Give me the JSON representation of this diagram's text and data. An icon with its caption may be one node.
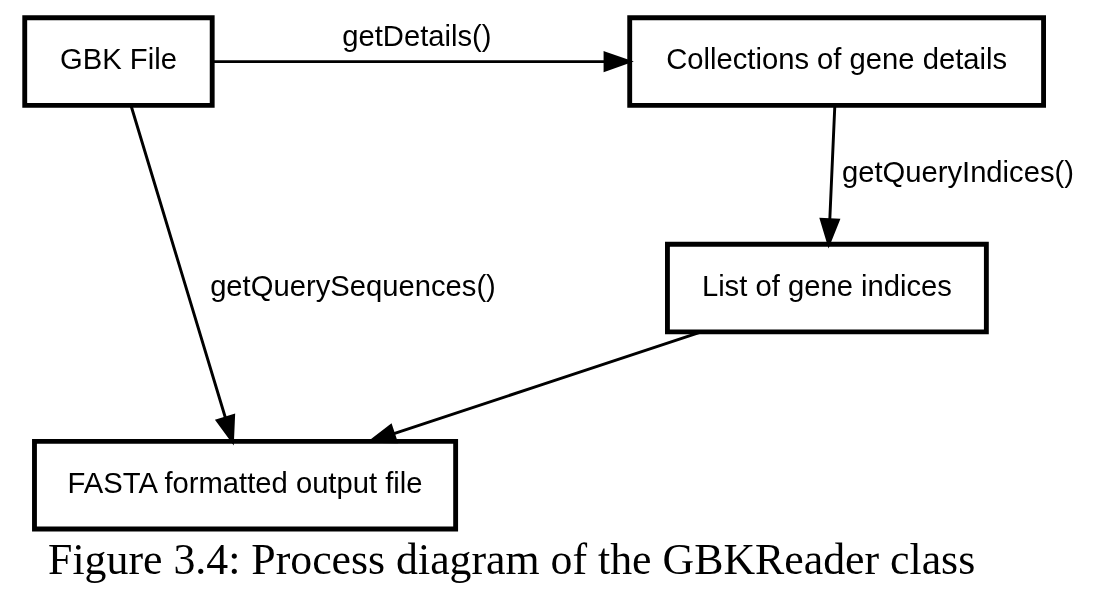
{
  "diagram": {
    "caption": "Figure 3.4: Process diagram of the GBKReader class",
    "nodes": [
      {
        "text": [
          "GBK File"
        ]
      },
      {
        "text": [
          "Collections of gene details"
        ]
      },
      {
        "text": [
          "List of gene indices"
        ]
      },
      {
        "text": [
          "FASTA formatted output file"
        ]
      }
    ],
    "edges": [
      {
        "from": 0,
        "to": 1,
        "arrow": "to",
        "label": "getDetails()"
      },
      {
        "from": 1,
        "to": 2,
        "arrow": "to",
        "label": "getQueryIndices()"
      },
      {
        "from": 0,
        "to": 3,
        "arrow": "to",
        "label": "getQuerySequences()"
      },
      {
        "from": 2,
        "to": 3,
        "arrow": "to"
      }
    ]
  }
}
